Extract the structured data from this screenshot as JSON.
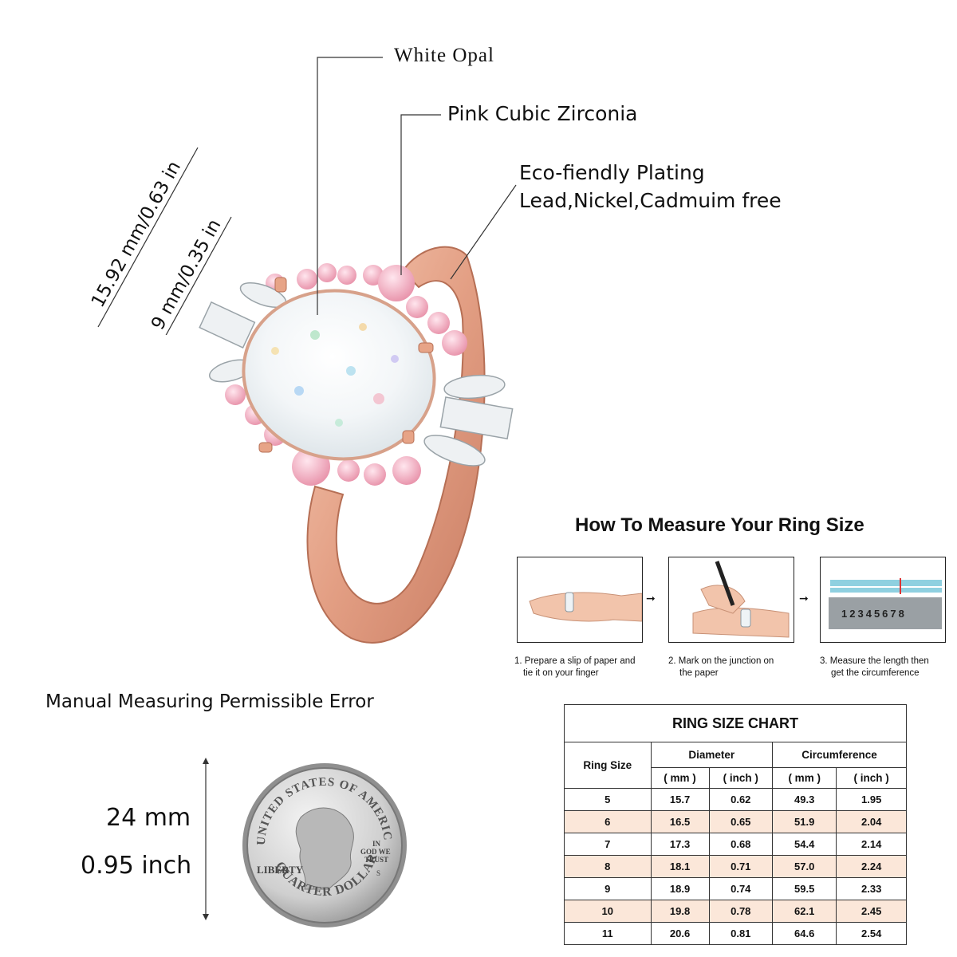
{
  "callouts": {
    "opal": "White Opal",
    "zirconia": "Pink Cubic Zirconia",
    "plating_line1": "Eco-fiendly Plating",
    "plating_line2": "Lead,Nickel,Cadmuim free"
  },
  "dimensions": {
    "length": "15.92 mm/0.63 in",
    "width": "9 mm/0.35 in"
  },
  "guide": {
    "title": "How To Measure Your Ring Size",
    "steps": [
      {
        "line1": "1. Prepare a slip of paper and",
        "line2": "tie it on your finger"
      },
      {
        "line1": "2. Mark on the junction on",
        "line2": "the paper"
      },
      {
        "line1": "3. Measure the length then",
        "line2": "get the circumference"
      }
    ],
    "ruler_numbers": [
      "1",
      "2",
      "3",
      "4",
      "5",
      "6",
      "7",
      "8"
    ]
  },
  "coin": {
    "heading": "Manual Measuring Permissible Error",
    "mm": "24 mm",
    "inch": "0.95 inch",
    "text_top": "UNITED STATES OF AMERICA",
    "text_bottom": "QUARTER DOLLAR",
    "liberty": "LIBERTY",
    "motto_1": "IN",
    "motto_2": "GOD WE",
    "motto_3": "TRUST",
    "mint": "S"
  },
  "chart": {
    "title": "RING SIZE CHART",
    "col_size": "Ring Size",
    "col_diameter": "Diameter",
    "col_circumference": "Circumference",
    "unit_mm": "( mm )",
    "unit_inch": "( inch )",
    "rows": [
      {
        "size": "5",
        "d_mm": "15.7",
        "d_in": "0.62",
        "c_mm": "49.3",
        "c_in": "1.95"
      },
      {
        "size": "6",
        "d_mm": "16.5",
        "d_in": "0.65",
        "c_mm": "51.9",
        "c_in": "2.04"
      },
      {
        "size": "7",
        "d_mm": "17.3",
        "d_in": "0.68",
        "c_mm": "54.4",
        "c_in": "2.14"
      },
      {
        "size": "8",
        "d_mm": "18.1",
        "d_in": "0.71",
        "c_mm": "57.0",
        "c_in": "2.24"
      },
      {
        "size": "9",
        "d_mm": "18.9",
        "d_in": "0.74",
        "c_mm": "59.5",
        "c_in": "2.33"
      },
      {
        "size": "10",
        "d_mm": "19.8",
        "d_in": "0.78",
        "c_mm": "62.1",
        "c_in": "2.45"
      },
      {
        "size": "11",
        "d_mm": "20.6",
        "d_in": "0.81",
        "c_mm": "64.6",
        "c_in": "2.54"
      }
    ]
  },
  "colors": {
    "rose_gold": "#e8a78c",
    "pink_stone": "#f2b6c6",
    "row_alt": "#fbe7d9"
  }
}
